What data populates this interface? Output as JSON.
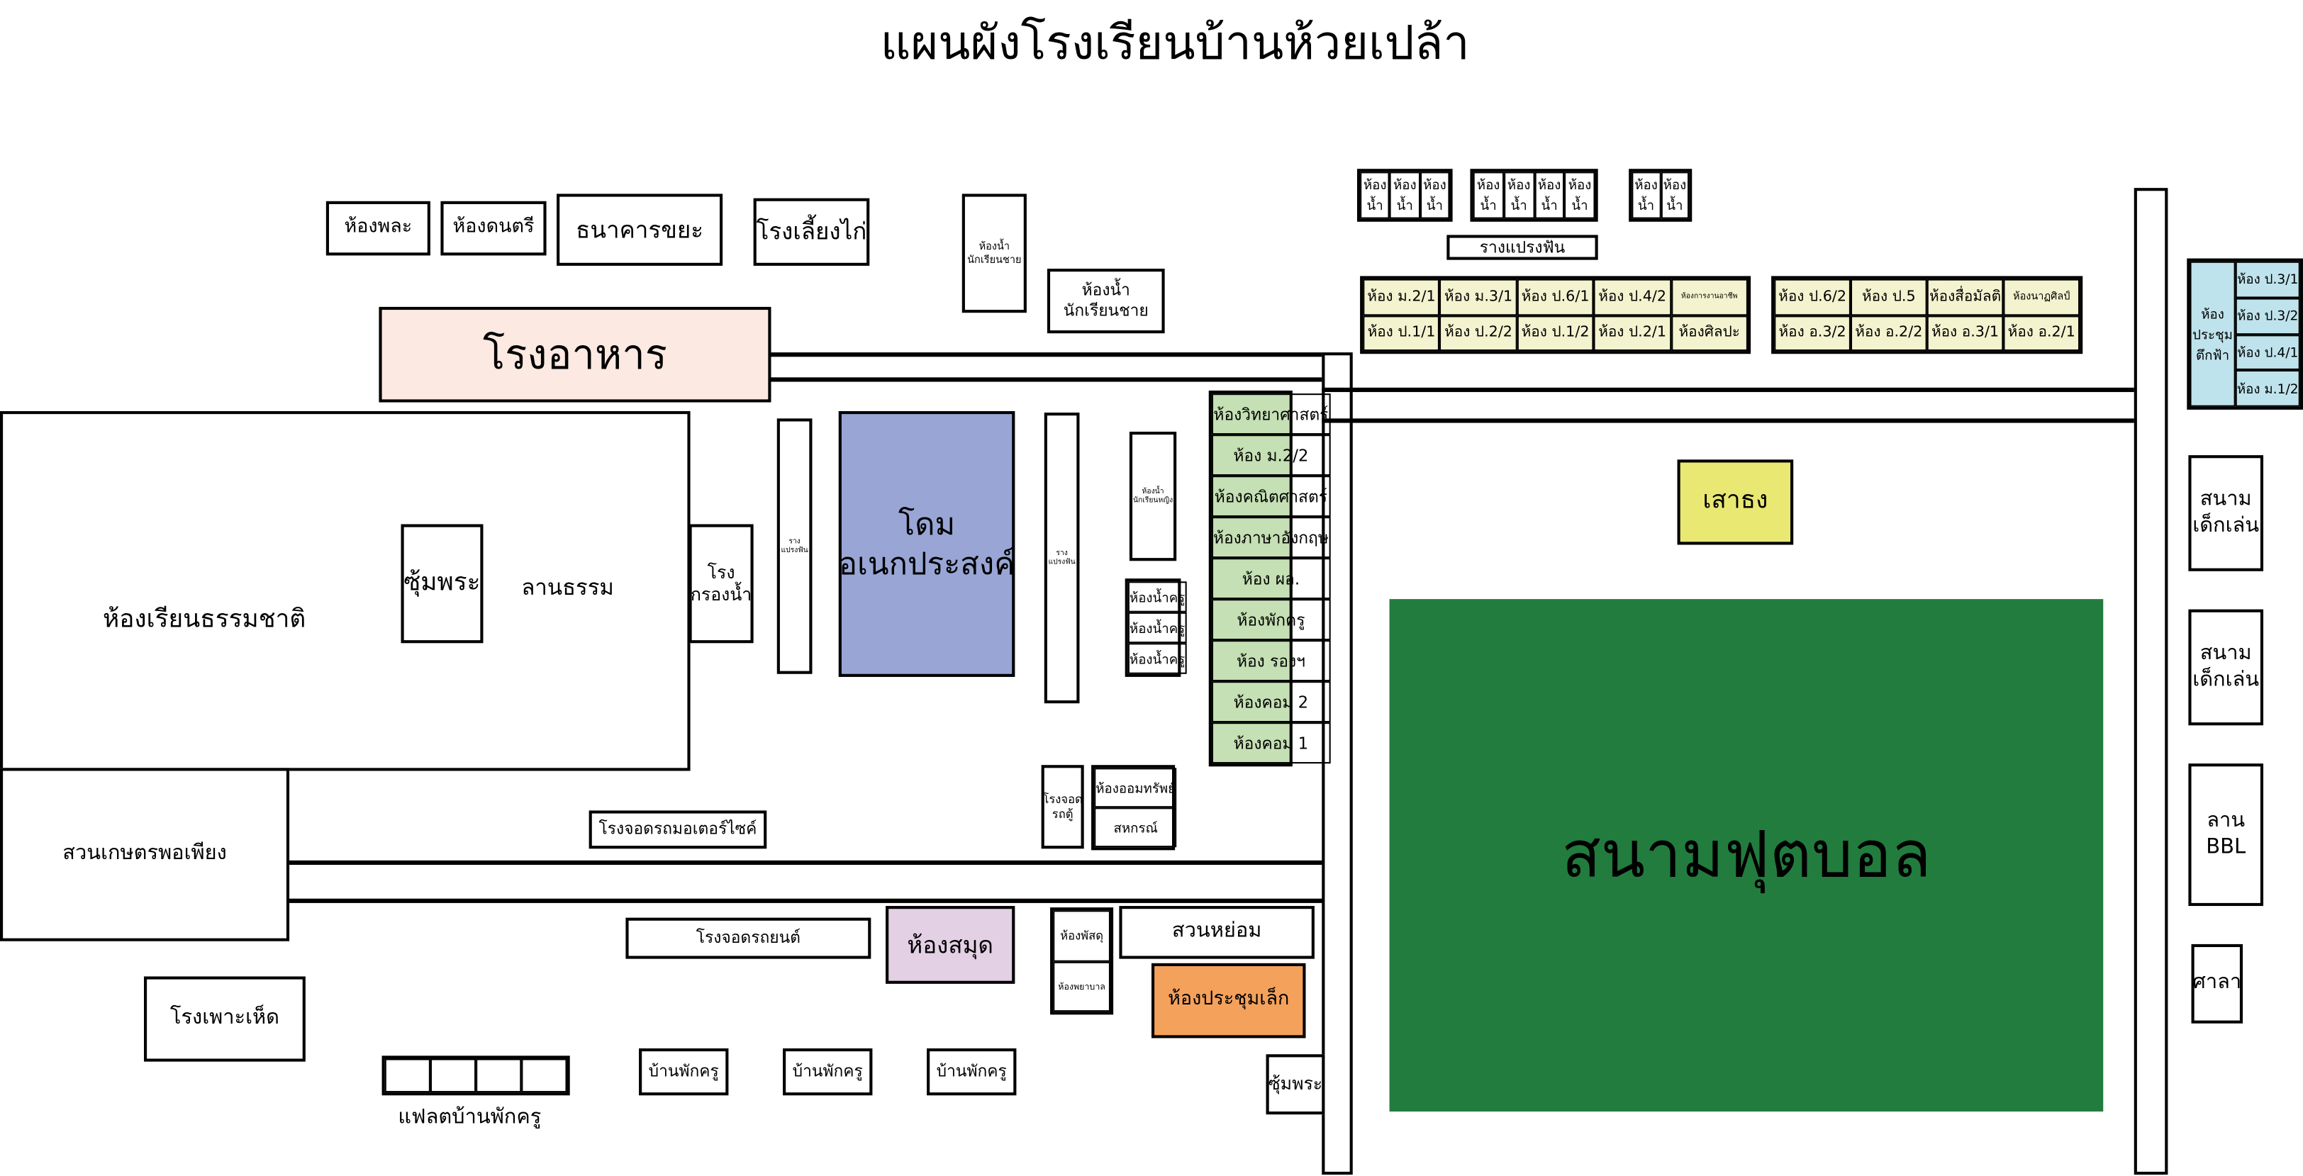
{
  "title": "แผนผังโรงเรียนบ้านห้วยเปล้า",
  "colors": {
    "canteen": "#fbe9e2",
    "dome": "#99a6d5",
    "green_rooms": "#c5e0b4",
    "yellow_rooms": "#f3f3cf",
    "blue_rooms": "#bfe3ec",
    "flagpole": "#e8e873",
    "field": "#227c3e",
    "library": "#e3d0e4",
    "meeting_small": "#f4a15c"
  },
  "buildings": {
    "pe_room": "ห้องพละ",
    "music_room": "ห้องดนตรี",
    "waste_bank": "ธนาคารขยะ",
    "chicken_house": "โรงเลี้ยงไก่",
    "boys_toilet_1": [
      "ห้องน้ำ",
      "นักเรียนชาย"
    ],
    "boys_toilet_2": [
      "ห้องน้ำ",
      "นักเรียนชาย"
    ],
    "canteen": "โรงอาหาร",
    "nature_classroom": "ห้องเรียนธรรมชาติ",
    "buddha_shrine": "ซุ้มพระ",
    "dharma_yard": "ลานธรรม",
    "water_filter": [
      "โรง",
      "กรองน้ำ"
    ],
    "tooth_brush_1": [
      "ราง",
      "แปรงฟัน"
    ],
    "dome": [
      "โดม",
      "อเนกประสงค์"
    ],
    "tooth_brush_2": [
      "ราง",
      "แปรงฟัน"
    ],
    "girls_toilet": [
      "ห้องน้ำ",
      "นักเรียนหญิง"
    ],
    "teacher_toilets": [
      "ห้องน้ำครู",
      "ห้องน้ำครู",
      "ห้องน้ำครู"
    ],
    "green_rooms": [
      "ห้องวิทยาศาสตร์",
      "ห้อง ม.2/2",
      "ห้องคณิตศาสตร์",
      "ห้องภาษาอังกฤษ",
      "ห้อง ผอ.",
      "ห้องพักครู",
      "ห้อง รองฯ",
      "ห้องคอม 2",
      "ห้องคอม 1"
    ],
    "van_garage": [
      "โรงจอด",
      "รถตู้"
    ],
    "savings_room": "ห้องออมทรัพย์",
    "coop": "สหกรณ์",
    "motorcycle_garage": "โรงจอดรถมอเตอร์ไซค์",
    "sufficiency_garden": "สวนเกษตรพอเพียง",
    "car_garage": "โรงจอดรถยนต์",
    "library": "ห้องสมุด",
    "supply_room": "ห้องพัสดุ",
    "nurse_room": "ห้องพยาบาล",
    "small_garden": "สวนหย่อม",
    "small_meeting_room": "ห้องประชุมเล็ก",
    "buddha_shrine_2": "ซุ้มพระ",
    "mushroom_house": "โรงเพาะเห็ด",
    "teacher_flats": "แฟลตบ้านพักครู",
    "teacher_houses": [
      "บ้านพักครู",
      "บ้านพักครู",
      "บ้านพักครู"
    ],
    "toilet_cell": [
      "ห้อง",
      "น้ำ"
    ],
    "tooth_brush_top": "รางแปรงฟัน",
    "yellow_grid_1": {
      "top": [
        "ห้อง ม.2/1",
        "ห้อง ม.3/1",
        "ห้อง ป.6/1",
        "ห้อง ป.4/2",
        "ห้องการงานอาชีพ"
      ],
      "bottom": [
        "ห้อง ป.1/1",
        "ห้อง ป.2/2",
        "ห้อง ป.1/2",
        "ห้อง ป.2/1",
        "ห้องศิลปะ"
      ]
    },
    "yellow_grid_2": {
      "top": [
        "ห้อง ป.6/2",
        "ห้อง ป.5",
        "ห้องสื่อมัลติ",
        "ห้องนาฏศิลป์"
      ],
      "bottom": [
        "ห้อง อ.3/2",
        "ห้อง อ.2/2",
        "ห้อง อ.3/1",
        "ห้อง อ.2/1"
      ]
    },
    "sky_meeting": [
      "ห้อง",
      "ประชุม",
      "ตึกฟ้า"
    ],
    "blue_rooms": [
      "ห้อง ป.3/1",
      "ห้อง ป.3/2",
      "ห้อง ป.4/1",
      "ห้อง ม.1/2"
    ],
    "flagpole": "เสาธง",
    "football_field": "สนามฟุตบอล",
    "playground_1": [
      "สนาม",
      "เด็กเล่น"
    ],
    "playground_2": [
      "สนาม",
      "เด็กเล่น"
    ],
    "bbl_yard": [
      "ลาน",
      "BBL"
    ],
    "pavilion": "ศาลา"
  }
}
